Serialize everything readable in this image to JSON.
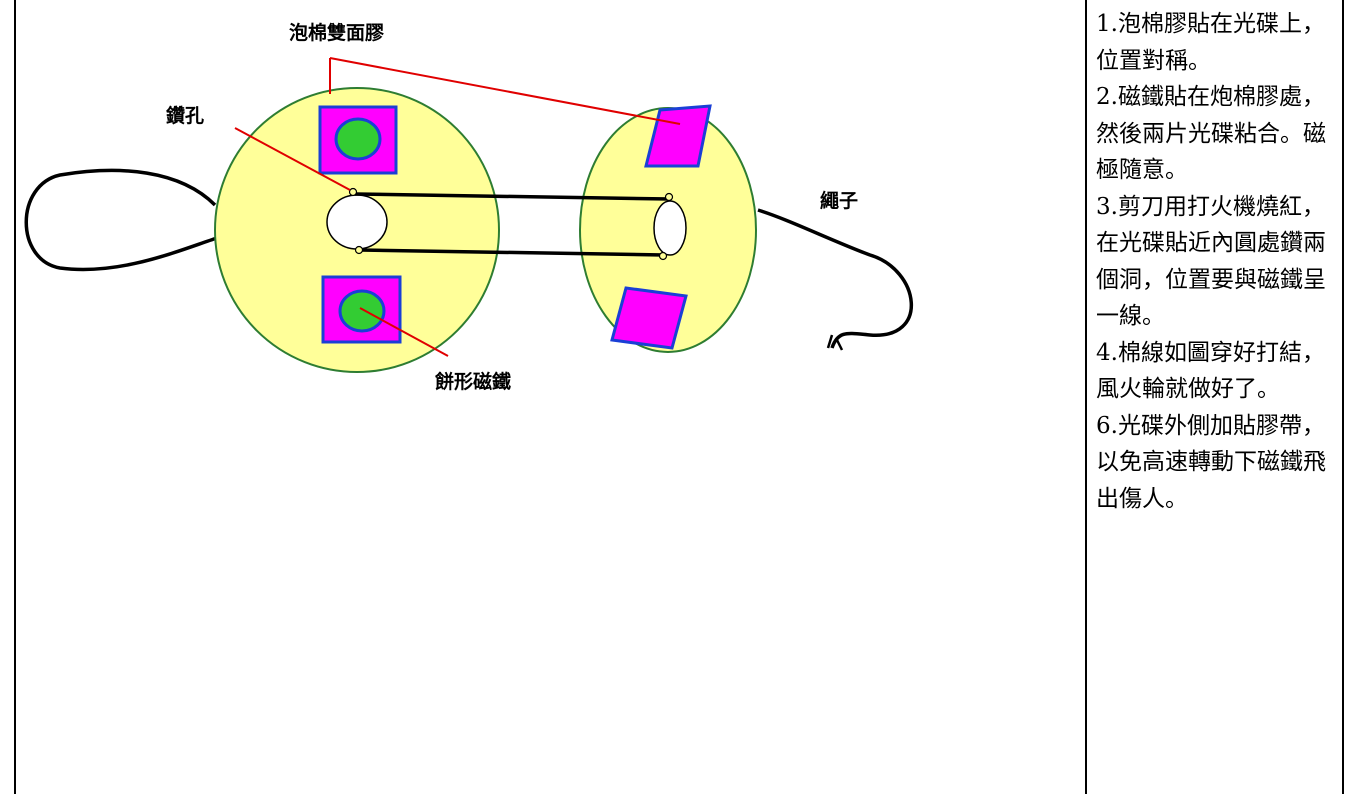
{
  "labels": {
    "foam_tape": "泡棉雙面膠",
    "drill_hole": "鑽孔",
    "rope": "繩子",
    "disc_magnet": "餅形磁鐵"
  },
  "instructions": [
    "1.泡棉膠貼在光碟上，位置對稱。",
    "2.磁鐵貼在炮棉膠處，然後兩片光碟粘合。磁極隨意。",
    "3.剪刀用打火機燒紅，在光碟貼近內圓處鑽兩個洞，位置要與磁鐵呈一線。",
    "4.棉線如圖穿好打結，風火輪就做好了。",
    "6.光碟外側加貼膠帶，以免高速轉動下磁鐵飛出傷人。"
  ],
  "colors": {
    "disc_fill": "#ffff99",
    "disc_outline": "#2e7d32",
    "foam_fill": "#ff00ff",
    "foam_outline": "#1a3fd6",
    "magnet_fill": "#33cc33",
    "pointer_line": "#e00000",
    "string": "#000000"
  }
}
